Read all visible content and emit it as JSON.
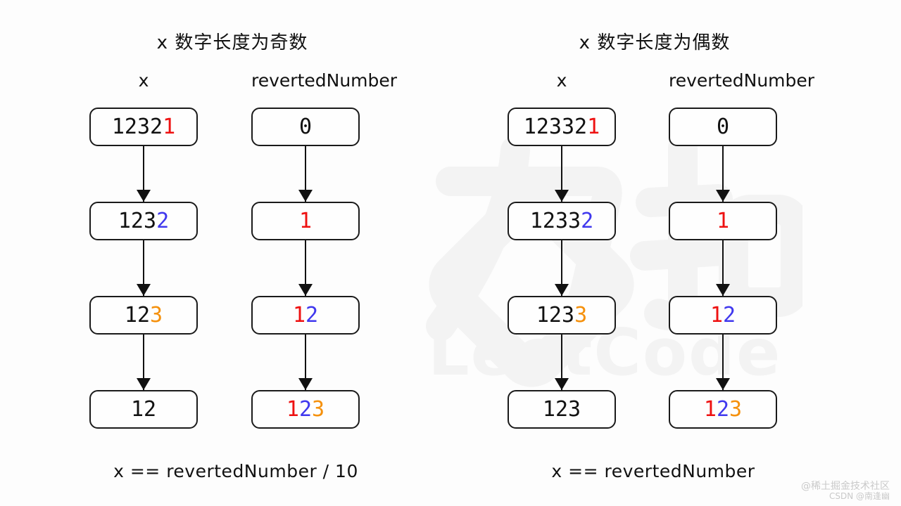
{
  "colors": {
    "ink": "#111111",
    "red": "#ee1111",
    "blue": "#4038ee",
    "orange": "#f5910d",
    "box_border": "#1a1a1a",
    "watermark": "#f3f3f3",
    "credit": "#c9c9c9"
  },
  "watermark": {
    "cn": "力扣",
    "en": "LeetCode"
  },
  "credit": {
    "line1": "@稀土掘金技术社区",
    "line2": "CSDN @南逢幽"
  },
  "panels": [
    {
      "title": "x 数字长度为奇数",
      "equation": "x == revertedNumber / 10",
      "columns": [
        {
          "header": "x",
          "boxes": [
            {
              "segments": [
                {
                  "text": "1232",
                  "color": "ink"
                },
                {
                  "text": "1",
                  "color": "red"
                }
              ]
            },
            {
              "segments": [
                {
                  "text": "123",
                  "color": "ink"
                },
                {
                  "text": "2",
                  "color": "blue"
                }
              ]
            },
            {
              "segments": [
                {
                  "text": "12",
                  "color": "ink"
                },
                {
                  "text": "3",
                  "color": "orange"
                }
              ]
            },
            {
              "segments": [
                {
                  "text": "12",
                  "color": "ink"
                }
              ]
            }
          ]
        },
        {
          "header": "revertedNumber",
          "boxes": [
            {
              "segments": [
                {
                  "text": "0",
                  "color": "ink"
                }
              ]
            },
            {
              "segments": [
                {
                  "text": "1",
                  "color": "red"
                }
              ]
            },
            {
              "segments": [
                {
                  "text": "1",
                  "color": "red"
                },
                {
                  "text": "2",
                  "color": "blue"
                }
              ]
            },
            {
              "segments": [
                {
                  "text": "1",
                  "color": "red"
                },
                {
                  "text": "2",
                  "color": "blue"
                },
                {
                  "text": "3",
                  "color": "orange"
                }
              ]
            }
          ]
        }
      ]
    },
    {
      "title": "x 数字长度为偶数",
      "equation": "x == revertedNumber",
      "columns": [
        {
          "header": "x",
          "boxes": [
            {
              "segments": [
                {
                  "text": "12332",
                  "color": "ink"
                },
                {
                  "text": "1",
                  "color": "red"
                }
              ]
            },
            {
              "segments": [
                {
                  "text": "1233",
                  "color": "ink"
                },
                {
                  "text": "2",
                  "color": "blue"
                }
              ]
            },
            {
              "segments": [
                {
                  "text": "123",
                  "color": "ink"
                },
                {
                  "text": "3",
                  "color": "orange"
                }
              ]
            },
            {
              "segments": [
                {
                  "text": "123",
                  "color": "ink"
                }
              ]
            }
          ]
        },
        {
          "header": "revertedNumber",
          "boxes": [
            {
              "segments": [
                {
                  "text": "0",
                  "color": "ink"
                }
              ]
            },
            {
              "segments": [
                {
                  "text": "1",
                  "color": "red"
                }
              ]
            },
            {
              "segments": [
                {
                  "text": "1",
                  "color": "red"
                },
                {
                  "text": "2",
                  "color": "blue"
                }
              ]
            },
            {
              "segments": [
                {
                  "text": "1",
                  "color": "red"
                },
                {
                  "text": "2",
                  "color": "blue"
                },
                {
                  "text": "3",
                  "color": "orange"
                }
              ]
            }
          ]
        }
      ]
    }
  ]
}
